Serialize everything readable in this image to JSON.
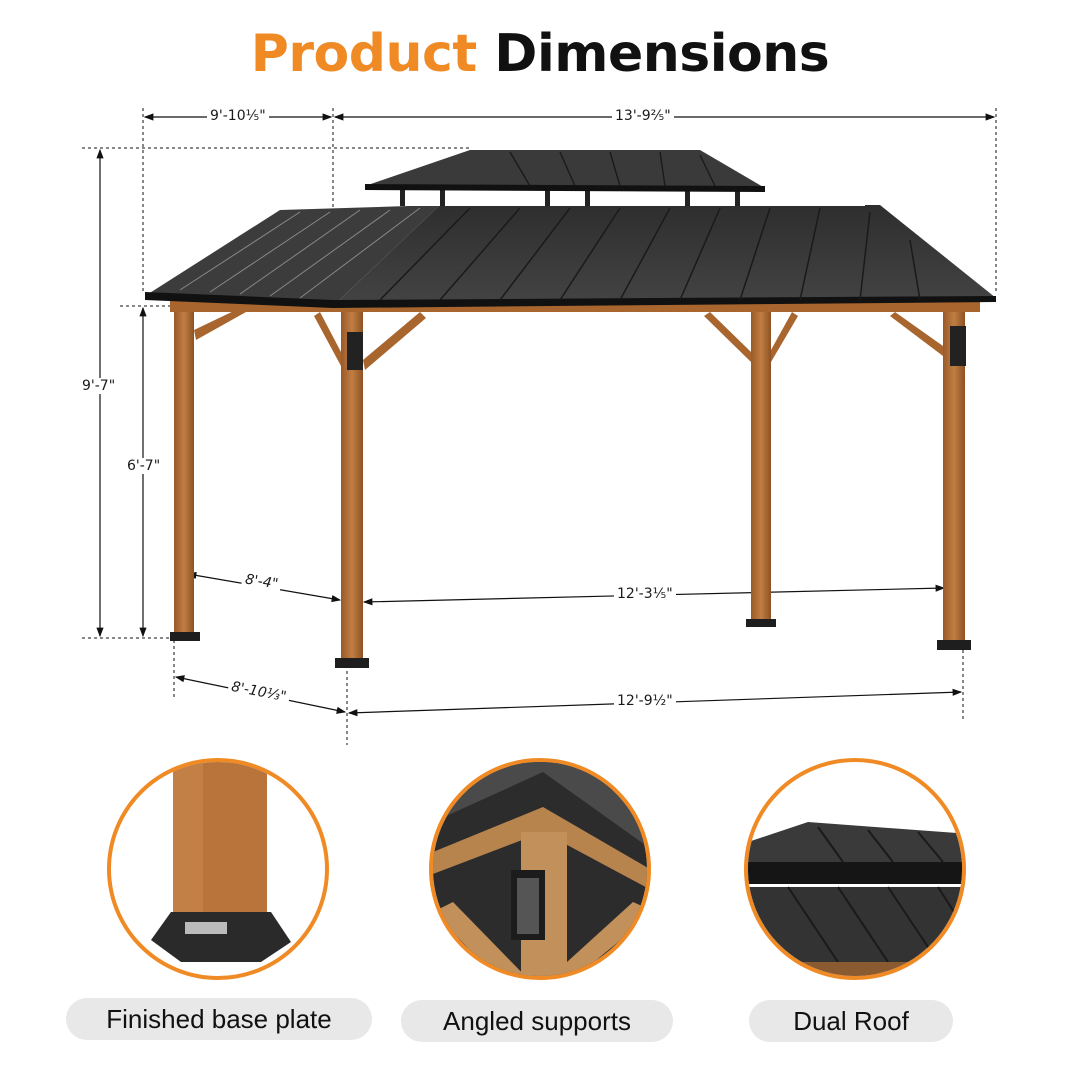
{
  "title": {
    "accent_word": "Product",
    "dark_word": "Dimensions",
    "accent_color": "#F08A24",
    "dark_color": "#111111"
  },
  "dimensions": {
    "top_width_left": "9'-10⅕\"",
    "top_width_right": "13'-9⅖\"",
    "total_height": "9'-7\"",
    "post_height": "6'-7\"",
    "inner_depth": "8'-4\"",
    "inner_width": "12'-3⅕\"",
    "base_depth": "8'-10⅓\"",
    "base_width": "12'-9½\""
  },
  "features": [
    {
      "label": "Finished base plate",
      "icon": "base-plate-photo"
    },
    {
      "label": "Angled supports",
      "icon": "angled-supports-photo"
    },
    {
      "label": "Dual Roof",
      "icon": "dual-roof-photo"
    }
  ],
  "colors": {
    "accent": "#F08A24",
    "roof": "#3a3a3a",
    "wood": "#B06E36",
    "caption_bg": "#E8E8E8"
  }
}
